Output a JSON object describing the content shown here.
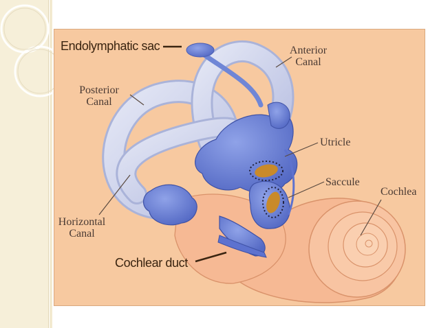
{
  "labels": {
    "anterior_line1": "Anterior",
    "anterior_line2": "Canal",
    "posterior_line1": "Posterior",
    "posterior_line2": "Canal",
    "utricle": "Utricle",
    "saccule": "Saccule",
    "cochlea": "Cochlea",
    "horizontal_line1": "Horizontal",
    "horizontal_line2": "Canal"
  },
  "callouts": {
    "endolymphatic_sac": "Endolymphatic sac",
    "cochlear_duct": "Cochlear duct"
  },
  "colors": {
    "background": "#f7c9a0",
    "membranous_labyrinth": "#6f86d6",
    "canal_tube": "#cdd3ec",
    "macula": "#c98a2a",
    "cochlea": "#f6b994"
  }
}
